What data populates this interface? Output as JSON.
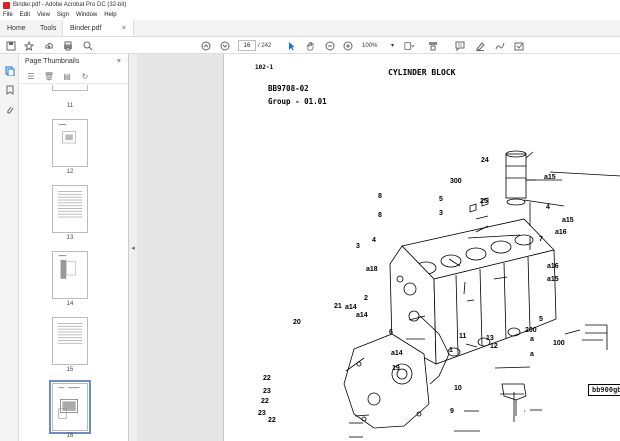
{
  "window": {
    "title": "Binder.pdf - Adobe Acrobat Pro DC (32-bit)"
  },
  "menu": [
    "File",
    "Edit",
    "View",
    "Sign",
    "Window",
    "Help"
  ],
  "tabs": {
    "home": "Home",
    "tools": "Tools",
    "doc": "Binder.pdf",
    "close": "×"
  },
  "toolbar": {
    "page_current": "16",
    "page_total": "/ 242",
    "zoom": "100%"
  },
  "panel": {
    "title": "Page Thumbnails",
    "close": "×",
    "thumbnails": [
      {
        "label": "11"
      },
      {
        "label": "12"
      },
      {
        "label": "13"
      },
      {
        "label": "14"
      },
      {
        "label": "15"
      },
      {
        "label": "16"
      }
    ]
  },
  "document": {
    "page_code": "102-1",
    "title": "CYLINDER BLOCK",
    "part_no": "BB9708-02",
    "group": "Group - 01.01",
    "diagram_id": "bb900gb",
    "callouts": [
      "24",
      "300",
      "25",
      "a15",
      "8",
      "8",
      "5",
      "3",
      "4",
      "3",
      "4",
      "a15",
      "a16",
      "a18",
      "7",
      "a14",
      "2",
      "a14",
      "a15",
      "a16",
      "21",
      "20",
      "6",
      "5",
      "11",
      "13",
      "12",
      "200",
      "100",
      "a",
      "a",
      "a14",
      "1",
      "19",
      "10",
      "22",
      "23",
      "22",
      "23",
      "9",
      "22"
    ]
  },
  "colors": {
    "accent": "#1473e6",
    "toolbar_bg": "#f4f4f4",
    "doc_bg": "#e6e6e6"
  }
}
